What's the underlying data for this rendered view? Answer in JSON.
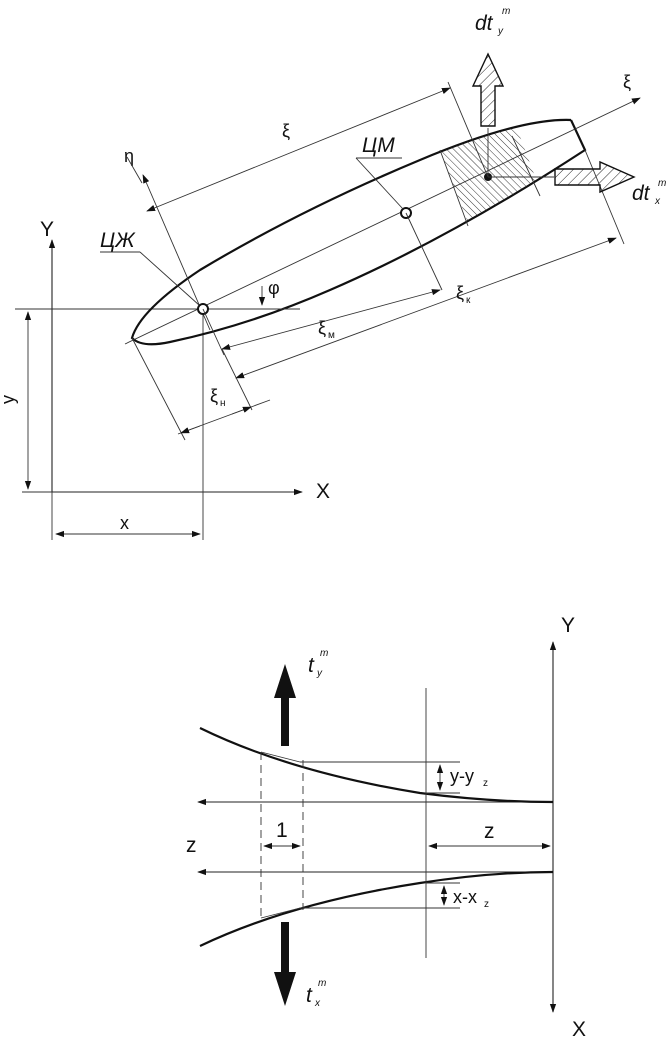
{
  "top_figure": {
    "axis_x": "X",
    "axis_y": "Y",
    "coord_x": "x",
    "coord_y": "y",
    "axis_xi": "ξ",
    "axis_eta": "η",
    "center_pressure": "ЦЖ",
    "center_mass": "ЦМ",
    "angle": "φ",
    "dim_xi": "ξ",
    "dim_xi_m": "ξ",
    "dim_xi_m_sub": "м",
    "dim_xi_k": "ξ",
    "dim_xi_k_sub": "к",
    "dim_xi_n": "ξ",
    "dim_xi_n_sub": "н",
    "force_y": "dt",
    "force_y_sub": "y",
    "force_y_sup": "m",
    "force_x": "dt",
    "force_x_sub": "x",
    "force_x_sup": "m"
  },
  "bottom_figure": {
    "axis_y": "Y",
    "axis_x": "X",
    "axis_z": "z",
    "dim_z": "z",
    "dim_unit": "1",
    "dim_y": "y-y",
    "dim_y_sub": "z",
    "dim_x": "x-x",
    "dim_x_sub": "z",
    "force_y": "t",
    "force_y_sub": "y",
    "force_y_sup": "m",
    "force_x": "t",
    "force_x_sub": "x",
    "force_x_sup": "m"
  }
}
